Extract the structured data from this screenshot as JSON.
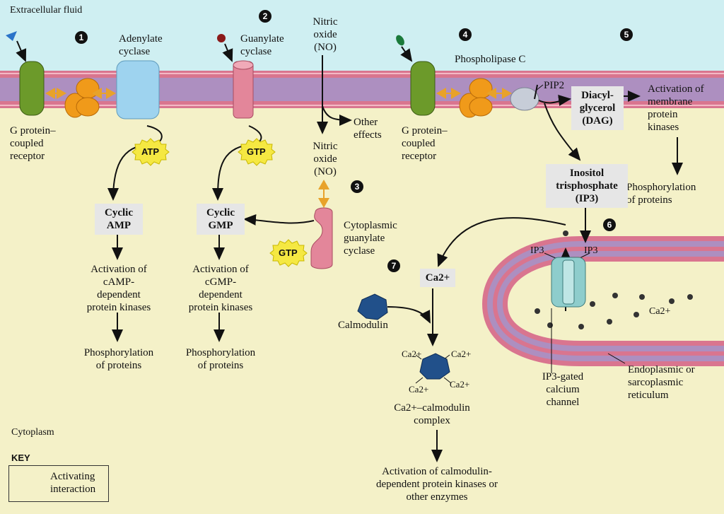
{
  "regions": {
    "extracellular": "Extracellular fluid",
    "cytoplasm": "Cytoplasm"
  },
  "steps": [
    "1",
    "2",
    "3",
    "4",
    "5",
    "6",
    "7"
  ],
  "labels": {
    "adenylate_cyclase": "Adenylate\ncyclase",
    "guanylate_cyclase": "Guanylate\ncyclase",
    "nitric_oxide_top": "Nitric\noxide\n(NO)",
    "nitric_oxide_mid": "Nitric\noxide\n(NO)",
    "other_effects": "Other\neffects",
    "phospholipase_c": "Phospholipase C",
    "pip2": "PIP2",
    "activation_membrane_pk": "Activation of\nmembrane\nprotein\nkinases",
    "gpcr_left": "G protein–\ncoupled\nreceptor",
    "gpcr_right": "G protein–\ncoupled\nreceptor",
    "atp": "ATP",
    "gtp_1": "GTP",
    "gtp_2": "GTP",
    "cytoplasmic_gc": "Cytoplasmic\nguanylate\ncyclase",
    "activation_camp_pk": "Activation of\ncAMP-\ndependent\nprotein kinases",
    "activation_cgmp_pk": "Activation of\ncGMP-\ndependent\nprotein kinases",
    "phosphorylation_1": "Phosphorylation\nof proteins",
    "phosphorylation_2": "Phosphorylation\nof proteins",
    "phosphorylation_3": "Phosphorylation\nof proteins",
    "calmodulin": "Calmodulin",
    "ca_complex": "Ca2+–calmodulin\ncomplex",
    "activation_calmodulin_pk": "Activation of calmodulin-\ndependent protein kinases or\nother enzymes",
    "ip3_left": "IP3",
    "ip3_right": "IP3",
    "ca_er": "Ca2+",
    "ip3_gated_channel": "IP3-gated\ncalcium\nchannel",
    "er_label": "Endoplasmic or\nsarcoplasmic\nreticulum",
    "ca_1": "Ca2+",
    "ca_2": "Ca2+",
    "ca_3": "Ca2+",
    "ca_4": "Ca2+"
  },
  "boxes": {
    "cyclic_amp": "Cyclic\nAMP",
    "cyclic_gmp": "Cyclic\nGMP",
    "dag": "Diacyl-\nglycerol\n(DAG)",
    "ip3": "Inositol\ntrisphosphate\n(IP3)",
    "ca_box": "Ca2+"
  },
  "key": {
    "title": "KEY",
    "item": "Activating\ninteraction"
  },
  "colors": {
    "background": "#f4f1c8",
    "membrane_outer": "#d9758f",
    "membrane_core": "#ad8fc0",
    "gpcr": "#6c9a2a",
    "g_protein": "#f09a1a",
    "adenylate_cyclase": "#9ed3ef",
    "guanylate_cyclase": "#e3869a",
    "calmodulin": "#21508a",
    "ip3_channel": "#8ecdcc",
    "activating_arrow": "#e8a22a",
    "atp_burst": "#f5e842"
  }
}
